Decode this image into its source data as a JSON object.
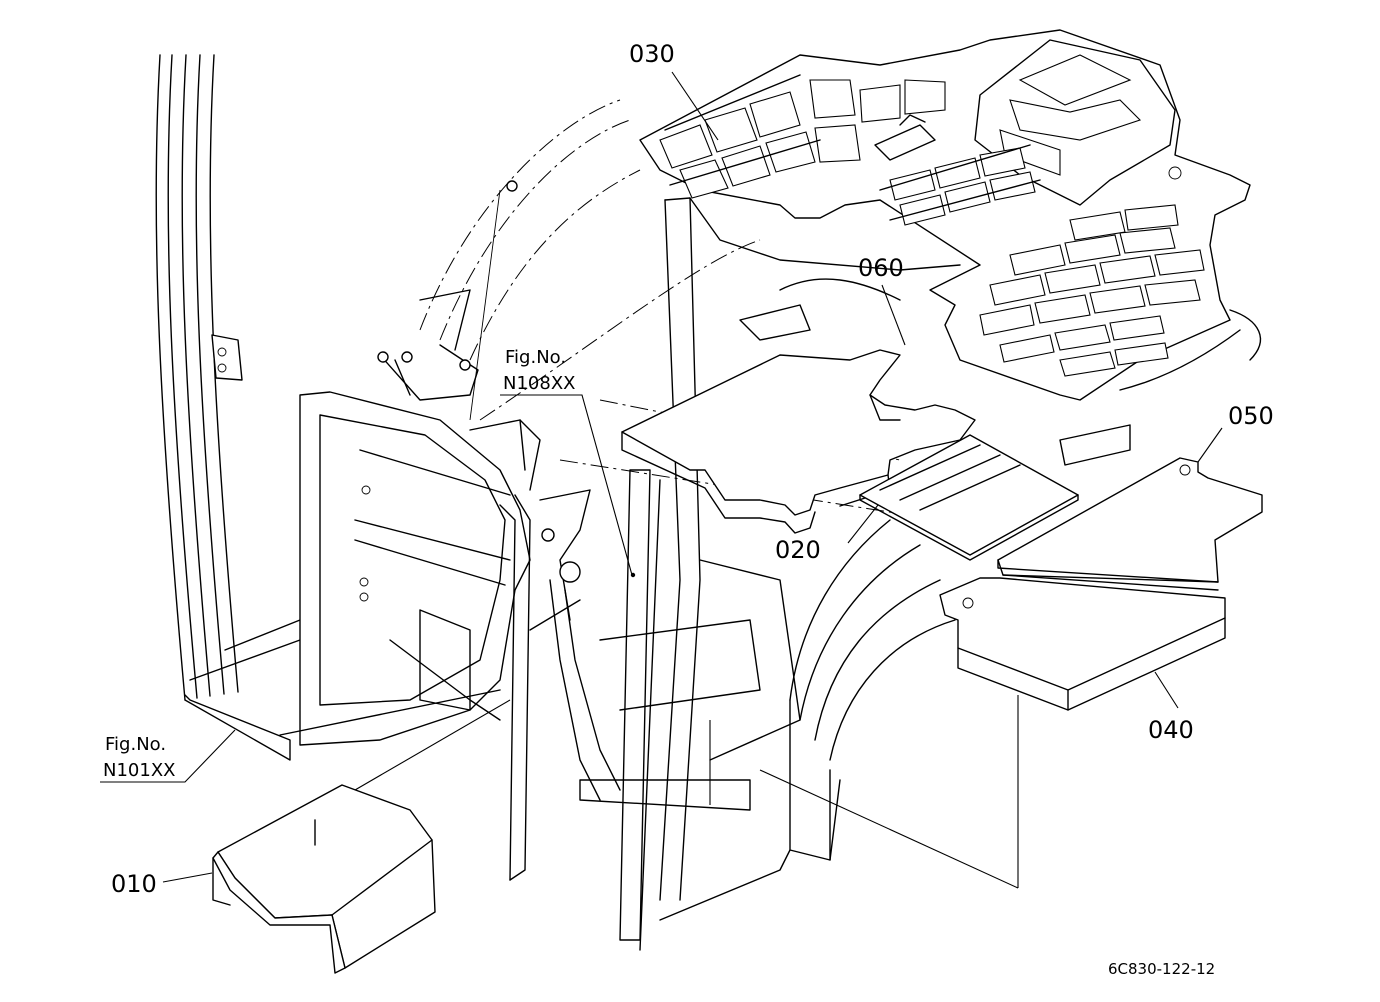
{
  "parts": {
    "p010": "010",
    "p020": "020",
    "p030": "030",
    "p040": "040",
    "p050": "050",
    "p060": "060"
  },
  "references": {
    "ref1_line1": "Fig.No.",
    "ref1_line2": "N101XX",
    "ref2_line1": "Fig.No.",
    "ref2_line2": "N108XX"
  },
  "drawing_code": "6C830-122-12"
}
